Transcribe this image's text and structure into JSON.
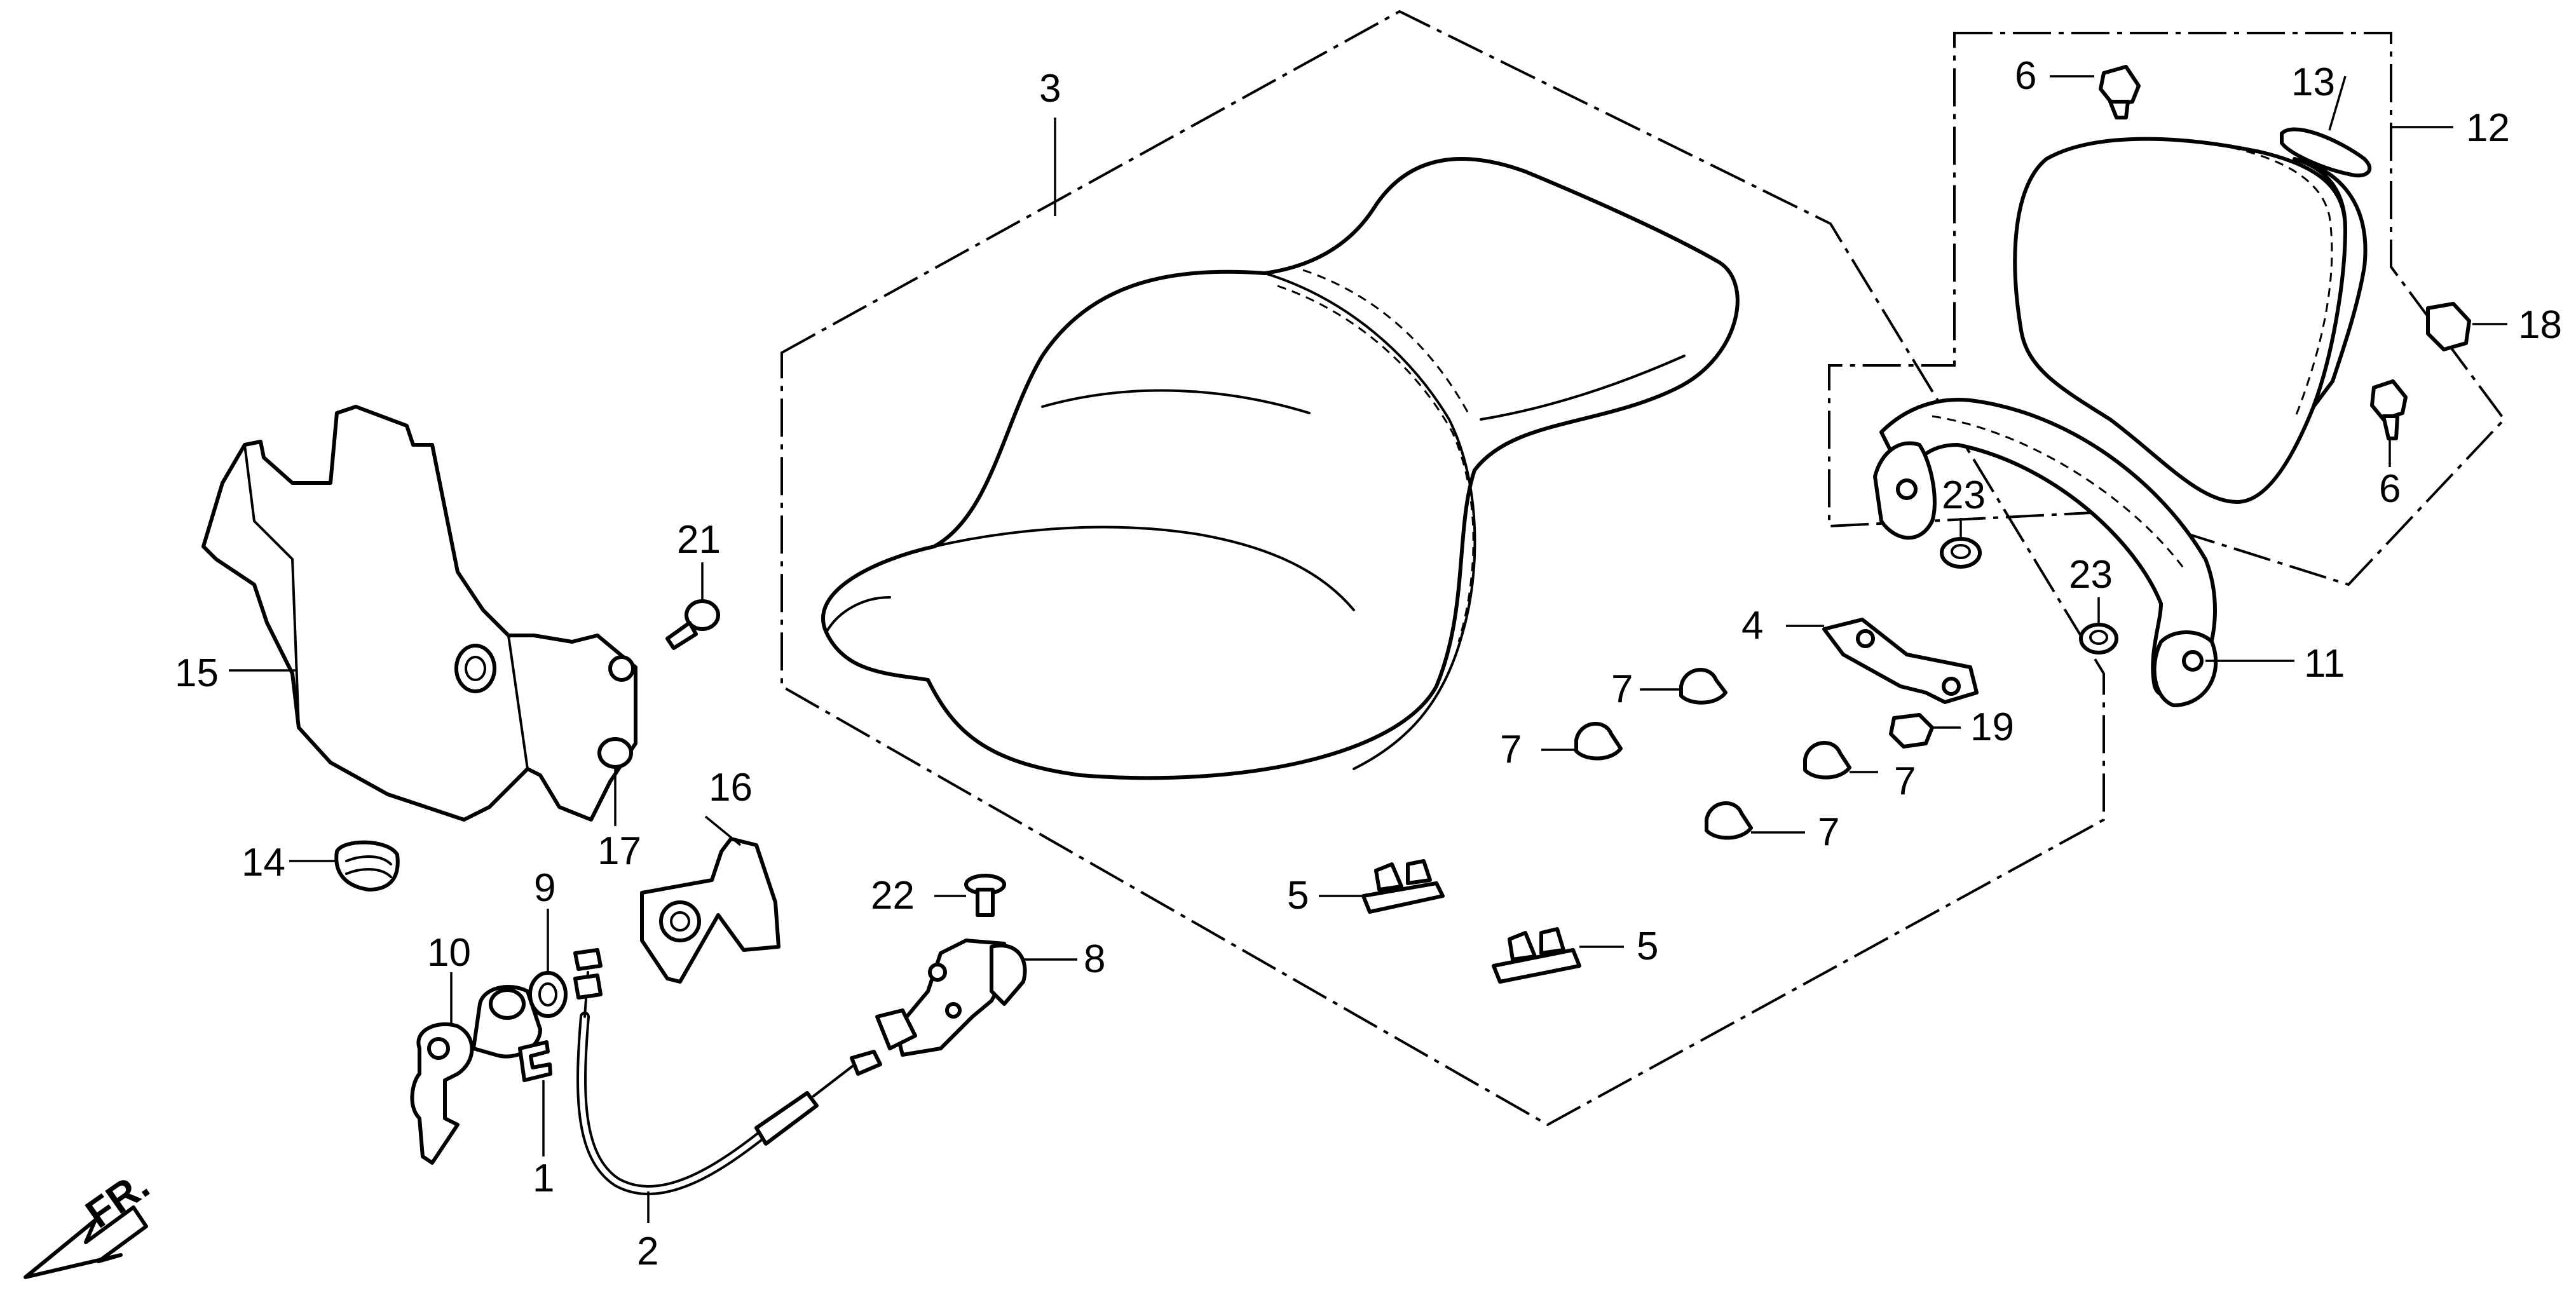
{
  "callouts": {
    "c1": "1",
    "c2": "2",
    "c3": "3",
    "c4": "4",
    "c5a": "5",
    "c5b": "5",
    "c6a": "6",
    "c6b": "6",
    "c7a": "7",
    "c7b": "7",
    "c7c": "7",
    "c7d": "7",
    "c8": "8",
    "c9": "9",
    "c10": "10",
    "c11": "11",
    "c12": "12",
    "c13": "13",
    "c14": "14",
    "c15": "15",
    "c16": "16",
    "c17": "17",
    "c18": "18",
    "c19": "19",
    "c21": "21",
    "c22": "22",
    "c23a": "23",
    "c23b": "23"
  },
  "direction": {
    "label": "FR.",
    "icon": "front-arrow-icon"
  }
}
